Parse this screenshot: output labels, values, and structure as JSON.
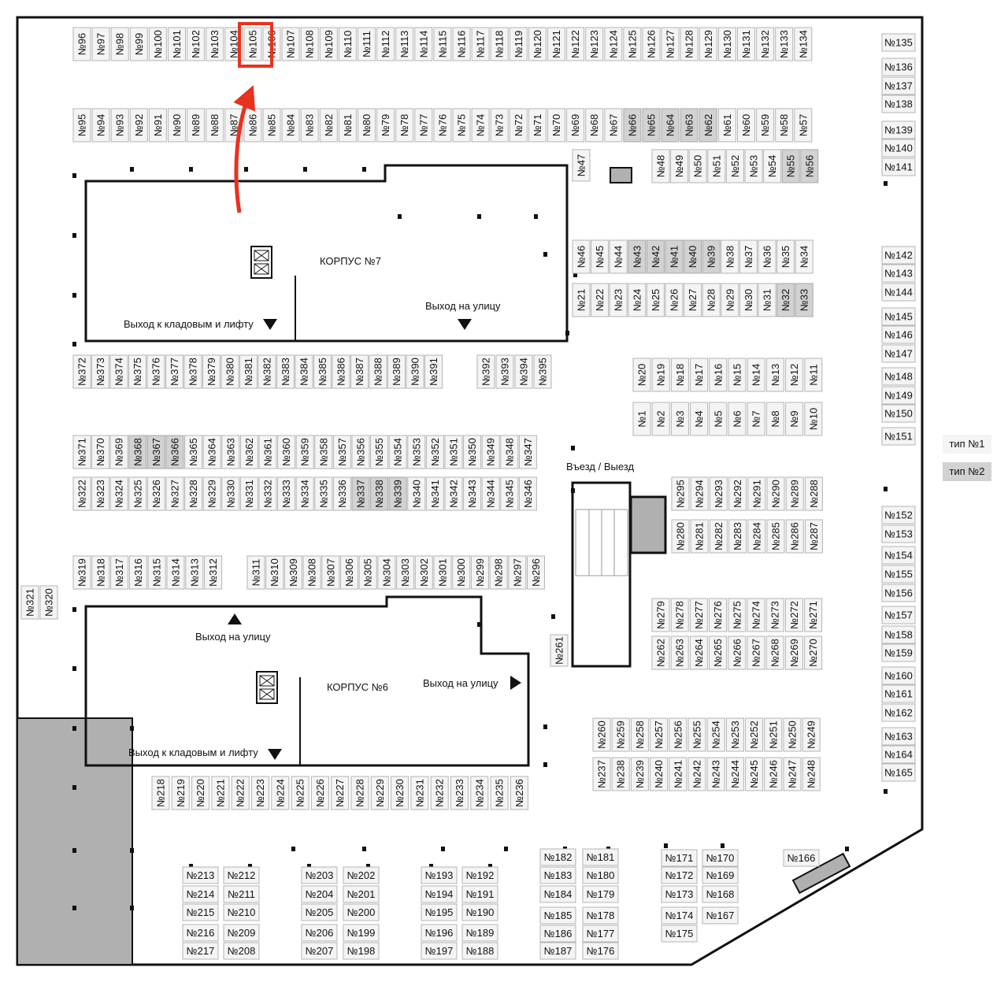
{
  "colors": {
    "type1": "#f4f4f4",
    "type2": "#d2d2d2",
    "highlight": "#e8321e",
    "dark_zone": "#b0b0b0"
  },
  "legend": {
    "type1": "тип №1",
    "type2": "тип №2"
  },
  "buildings": {
    "k7": "КОРПУС №7",
    "k6": "КОРПУС №6"
  },
  "labels": {
    "exit_storage_k7": "Выход к кладовым и лифту",
    "exit_street_k7": "Выход на улицу",
    "exit_street_k6_top": "Выход на улицу",
    "exit_street_k6_right": "Выход на улицу",
    "exit_storage_k6": "Выход к кладовым и лифту",
    "entrance": "Въезд / Выезд"
  },
  "highlighted_spot": "№105",
  "type2_spots": [
    32,
    33,
    39,
    40,
    41,
    42,
    43,
    55,
    56,
    62,
    63,
    64,
    65,
    66,
    337,
    338,
    339,
    366,
    367,
    368
  ]
}
